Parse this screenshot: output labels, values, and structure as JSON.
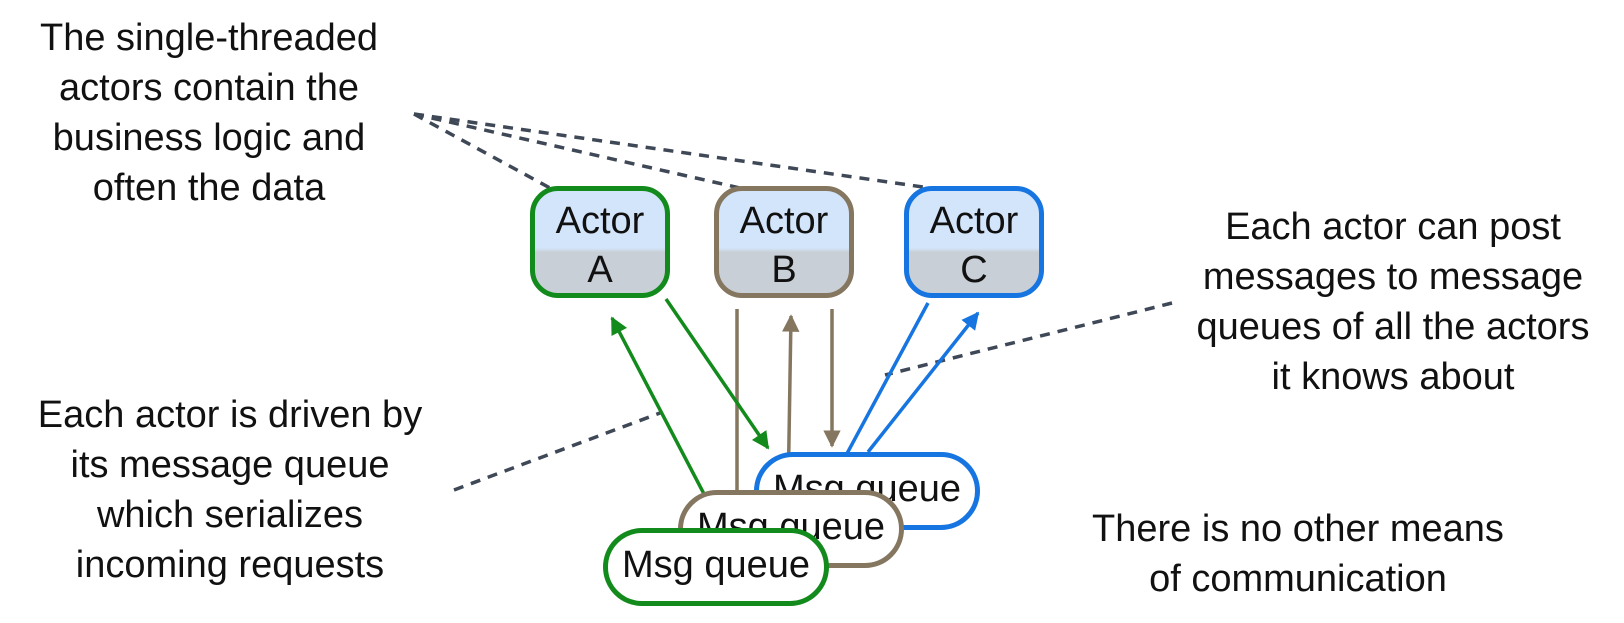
{
  "notes": {
    "top_left": [
      "The single-threaded",
      "actors contain the",
      "business logic and",
      "often the data"
    ],
    "right": [
      "Each actor can post",
      "messages to message",
      "queues of all the actors",
      "it knows about"
    ],
    "left": [
      "Each actor is driven by",
      "its message queue",
      "which serializes",
      "incoming requests"
    ],
    "bottom_right": [
      "There is no other means",
      "of communication"
    ]
  },
  "actors": [
    {
      "line1": "Actor",
      "line2": "A",
      "color": "#138a1c"
    },
    {
      "line1": "Actor",
      "line2": "B",
      "color": "#84765f"
    },
    {
      "line1": "Actor",
      "line2": "C",
      "color": "#1675e0"
    }
  ],
  "queues": [
    {
      "label": "Msg queue",
      "owner": "C",
      "color": "#1675e0"
    },
    {
      "label": "Msg queue",
      "owner": "B",
      "color": "#84765f"
    },
    {
      "label": "Msg queue",
      "owner": "A",
      "color": "#138a1c"
    }
  ],
  "colors": {
    "dashed_leader": "#3f4856",
    "background": "#ffffff"
  }
}
